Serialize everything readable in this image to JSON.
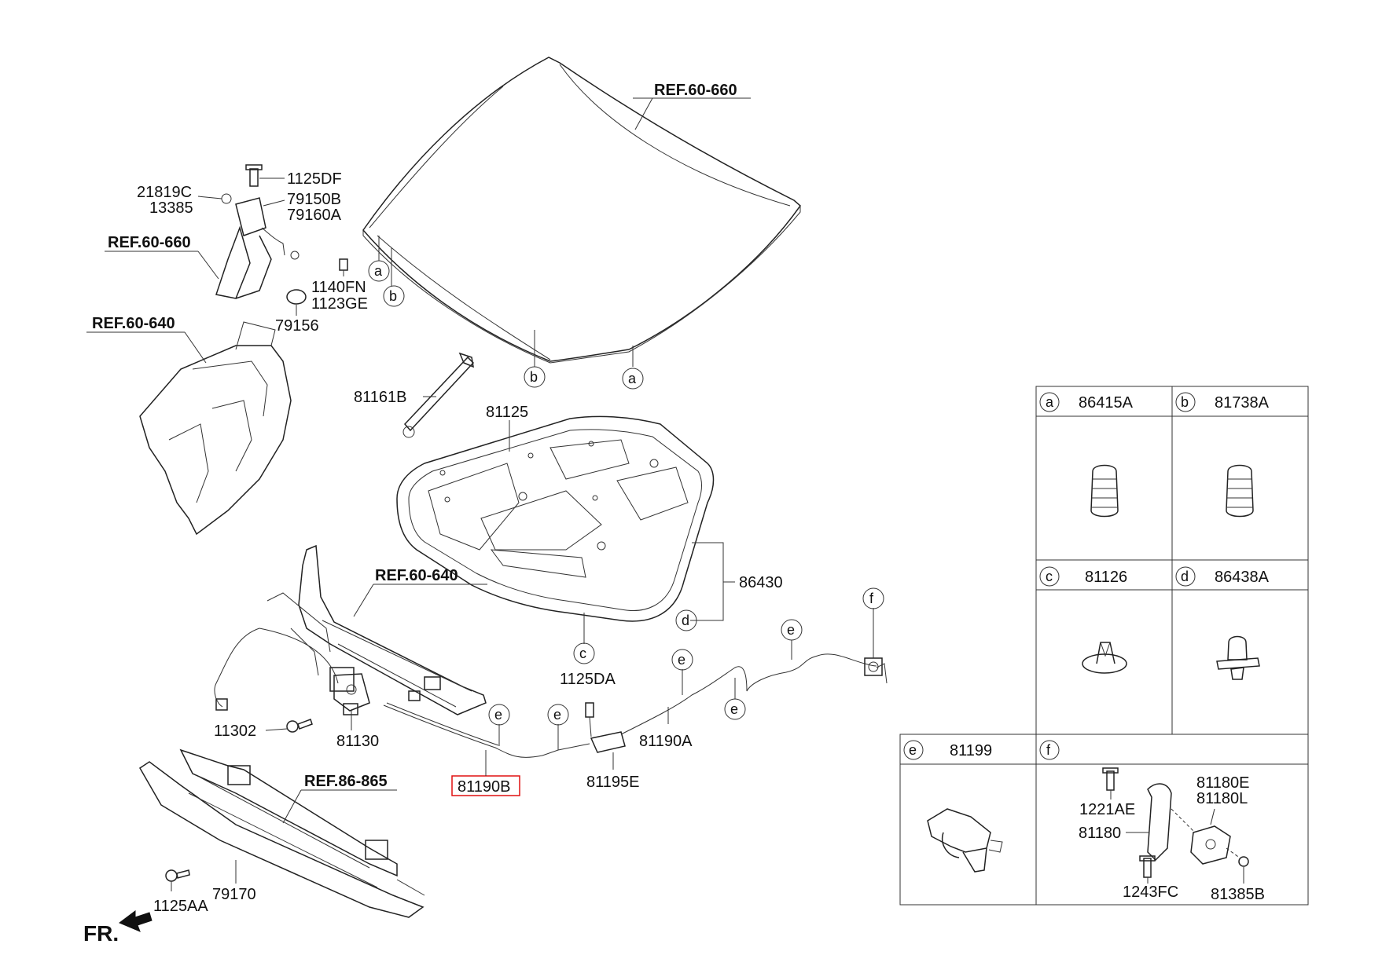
{
  "diagram": {
    "refs": {
      "hood": "REF.60-660",
      "latch_panel": "REF.60-660",
      "upper_frame": "REF.60-640",
      "radiator_support": "REF.60-640",
      "bumper": "REF.86-865"
    },
    "direction_label": "FR.",
    "parts": {
      "p1125DF": "1125DF",
      "p79150B": "79150B",
      "p79160A": "79160A",
      "p21819C": "21819C",
      "p13385": "13385",
      "p1140FN": "1140FN",
      "p1123GE": "1123GE",
      "p79156": "79156",
      "p81161B": "81161B",
      "p81125": "81125",
      "p86430": "86430",
      "p11302": "11302",
      "p81130": "81130",
      "p81190B": "81190B",
      "p1125DA": "1125DA",
      "p81195E": "81195E",
      "p81190A": "81190A",
      "p1125AA": "1125AA",
      "p79170": "79170"
    },
    "callouts": {
      "a": "a",
      "b": "b",
      "c": "c",
      "d": "d",
      "e": "e",
      "f": "f"
    },
    "legend": {
      "a": "86415A",
      "b": "81738A",
      "c": "81126",
      "d": "86438A",
      "e": "81199",
      "f_parts": {
        "p81180E": "81180E",
        "p81180L": "81180L",
        "p1221AE": "1221AE",
        "p81180": "81180",
        "p1243FC": "1243FC",
        "p81385B": "81385B"
      }
    }
  }
}
